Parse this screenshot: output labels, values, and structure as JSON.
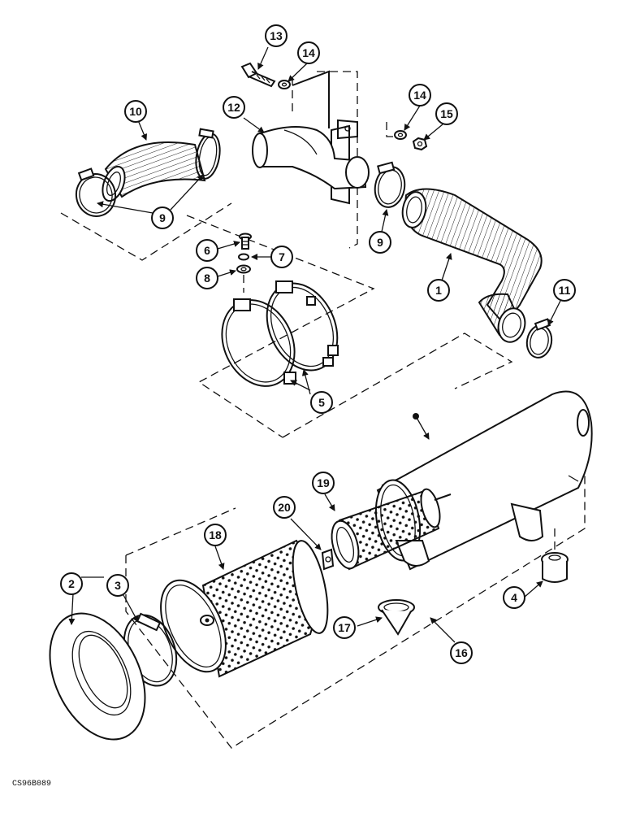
{
  "callouts": [
    {
      "id": "c13",
      "label": "13"
    },
    {
      "id": "c14a",
      "label": "14"
    },
    {
      "id": "c10",
      "label": "10"
    },
    {
      "id": "c12",
      "label": "12"
    },
    {
      "id": "c14b",
      "label": "14"
    },
    {
      "id": "c15",
      "label": "15"
    },
    {
      "id": "c9a",
      "label": "9"
    },
    {
      "id": "c9b",
      "label": "9"
    },
    {
      "id": "c6",
      "label": "6"
    },
    {
      "id": "c7",
      "label": "7"
    },
    {
      "id": "c8",
      "label": "8"
    },
    {
      "id": "c1",
      "label": "1"
    },
    {
      "id": "c11",
      "label": "11"
    },
    {
      "id": "c5",
      "label": "5"
    },
    {
      "id": "c19",
      "label": "19"
    },
    {
      "id": "c20",
      "label": "20"
    },
    {
      "id": "c18",
      "label": "18"
    },
    {
      "id": "c2",
      "label": "2"
    },
    {
      "id": "c3",
      "label": "3"
    },
    {
      "id": "c4",
      "label": "4"
    },
    {
      "id": "c17",
      "label": "17"
    },
    {
      "id": "c16",
      "label": "16"
    }
  ],
  "figure_code": "CS96B089"
}
